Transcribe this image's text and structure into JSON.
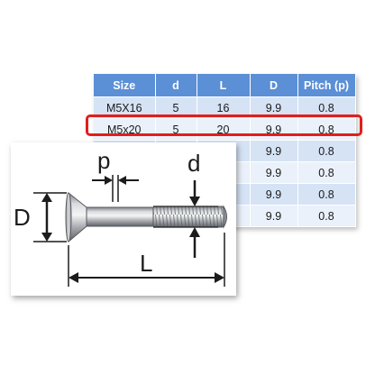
{
  "table": {
    "headers": [
      "Size",
      "d",
      "L",
      "D",
      "Pitch (p)"
    ],
    "rows": [
      [
        "M5X16",
        "5",
        "16",
        "9.9",
        "0.8"
      ],
      [
        "M5x20",
        "5",
        "20",
        "9.9",
        "0.8"
      ],
      [
        "",
        "",
        "",
        "9.9",
        "0.8"
      ],
      [
        "",
        "",
        "",
        "9.9",
        "0.8"
      ],
      [
        "",
        "",
        "",
        "9.9",
        "0.8"
      ],
      [
        "",
        "",
        "",
        "9.9",
        "0.8"
      ]
    ]
  },
  "highlight": {
    "row": "M5x20",
    "color": "#e01e1e"
  },
  "diagram": {
    "labels": {
      "pitch": "p",
      "thread_diameter": "d",
      "head_diameter": "D",
      "length": "L"
    },
    "icon": "countersunk-screw-icon"
  },
  "colors": {
    "header_bg": "#5b8fd6",
    "row_odd": "#d5e3f5",
    "row_even": "#ebf1fa",
    "highlight": "#e01e1e"
  }
}
